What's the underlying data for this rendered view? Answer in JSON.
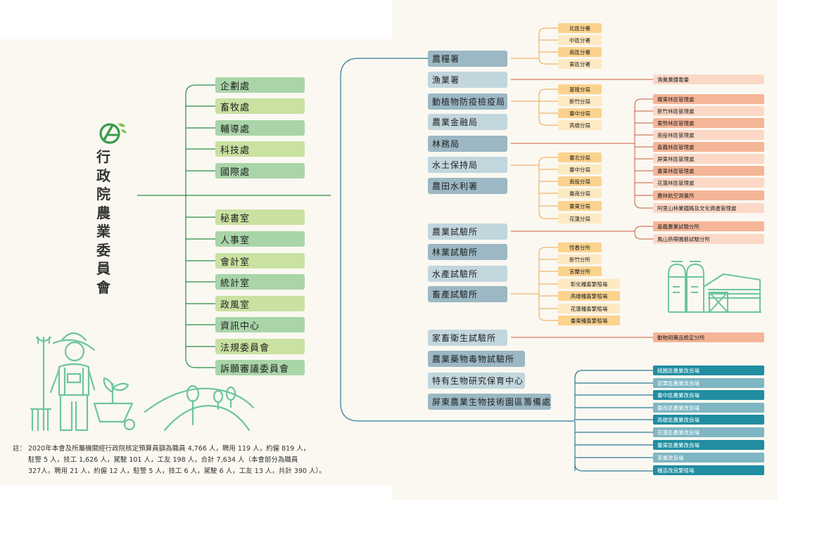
{
  "title_chars": [
    "行",
    "政",
    "院",
    "農",
    "業",
    "委",
    "員",
    "會"
  ],
  "colors": {
    "green_light": "#c9e1a1",
    "green_mid": "#a9d5a9",
    "blue_gray": "#9bb8c4",
    "blue_pale": "#c2d6de",
    "orange": "#fbd38e",
    "orange_pale": "#fde9c2",
    "salmon": "#f5b597",
    "salmon_pale": "#fcd8c7",
    "teal": "#208da1",
    "teal_light": "#7fb6c3",
    "line_green": "#2f8a45",
    "line_blue": "#2e7993",
    "line_orange": "#f0a24a",
    "line_red": "#c65a3a",
    "icon_green": "#6cc5a0"
  },
  "departments_upper": [
    "企劃處",
    "畜牧處",
    "輔導處",
    "科技處",
    "國際處"
  ],
  "departments_lower": [
    "秘書室",
    "人事室",
    "會計室",
    "統計室",
    "政風室",
    "資訊中心",
    "法規委員會",
    "訴願審議委員會"
  ],
  "agencies": [
    "農糧署",
    "漁業署",
    "動植物防疫檢疫局",
    "農業金融局",
    "林務局",
    "水土保持局",
    "農田水利署",
    "農業試驗所",
    "林業試驗所",
    "水產試驗所",
    "畜產試驗所",
    "家畜衛生試驗所",
    "農業藥物毒物試驗所",
    "特有生物研究保育中心",
    "屏東農業生物技術園區籌備處"
  ],
  "branches": {
    "food": [
      "北區分署",
      "中區分署",
      "南區分署",
      "東區分署"
    ],
    "fisheries": [
      "漁業廣播電臺"
    ],
    "quarantine": [
      "基隆分局",
      "新竹分局",
      "臺中分局",
      "高雄分局"
    ],
    "forestry": [
      "羅東林區管理處",
      "新竹林區管理處",
      "東勢林區管理處",
      "南投林區管理處",
      "嘉義林區管理處",
      "屏東林區管理處",
      "臺東林區管理處",
      "花蓮林區管理處",
      "農林航空測量所",
      "阿里山林業鐵路及文化資產管理處"
    ],
    "soil": [
      "臺北分局",
      "臺中分局",
      "南投分局",
      "臺南分局",
      "臺東分局",
      "花蓮分局"
    ],
    "tari": [
      "嘉義農業試驗分所",
      "鳳山熱帶園藝試驗分所"
    ],
    "livestock": [
      "恆春分所",
      "新竹分所",
      "宜蘭分所",
      "彰化種畜繁殖場",
      "高雄種畜繁殖場",
      "花蓮種畜繁殖場",
      "臺東種畜繁殖場"
    ],
    "animal_health": [
      "動物用藥品檢定分所"
    ],
    "improvement": [
      "桃園區農業改良場",
      "苗栗區農業改良場",
      "臺中區農業改良場",
      "臺南區農業改良場",
      "高雄區農業改良場",
      "花蓮區農業改良場",
      "臺東區農業改良場",
      "茶業改良場",
      "種苗改良繁殖場"
    ]
  },
  "note": {
    "label": "註：",
    "line1": "2020年本會及所屬機關經行政院核定預算員額為職員 4,766 人，聘用 119 人，約僱 819 人，",
    "line2": "駐警 5 人，技工 1,626 人，駕駛 101 人，工友 198 人，合計 7,634 人（本會部分為職員",
    "line3": "327人，聘用 21 人，約僱 12 人，駐警 5 人，技工 6 人，駕駛 6 人，工友 13 人，共計 390 人）。"
  }
}
